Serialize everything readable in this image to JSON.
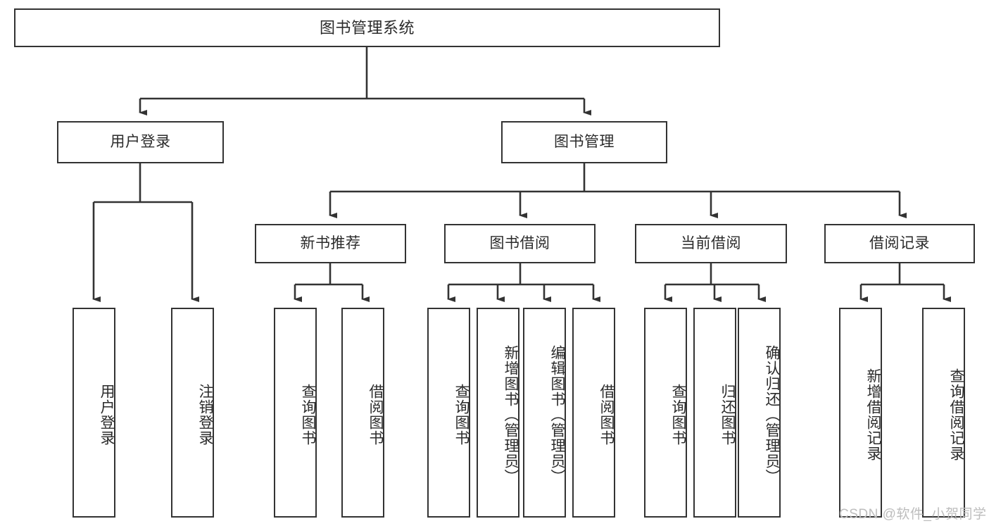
{
  "diagram": {
    "title": "图书管理系统",
    "type": "hierarchy-tree",
    "root": {
      "label": "图书管理系统"
    },
    "level1": [
      {
        "label": "用户登录"
      },
      {
        "label": "图书管理"
      }
    ],
    "level2": [
      {
        "label": "新书推荐"
      },
      {
        "label": "图书借阅"
      },
      {
        "label": "当前借阅"
      },
      {
        "label": "借阅记录"
      }
    ],
    "leaves": {
      "user_login": [
        {
          "label": "用户登录"
        },
        {
          "label": "注销登录"
        }
      ],
      "new_book_recommend": [
        {
          "label": "查询图书"
        },
        {
          "label": "借阅图书"
        }
      ],
      "book_borrow": [
        {
          "label": "查询图书"
        },
        {
          "label": "新增图书（管理员）"
        },
        {
          "label": "编辑图书（管理员）"
        },
        {
          "label": "借阅图书"
        }
      ],
      "current_borrow": [
        {
          "label": "查询图书"
        },
        {
          "label": "归还图书"
        },
        {
          "label": "确认归还（管理员）"
        }
      ],
      "borrow_record": [
        {
          "label": "新增借阅记录"
        },
        {
          "label": "查询借阅记录"
        }
      ]
    }
  },
  "watermark": {
    "text": "CSDN @软件_小贺同学"
  },
  "colors": {
    "border": "#333333",
    "text": "#2b2b2b",
    "background": "#ffffff",
    "watermark": "#bdbdbd"
  }
}
